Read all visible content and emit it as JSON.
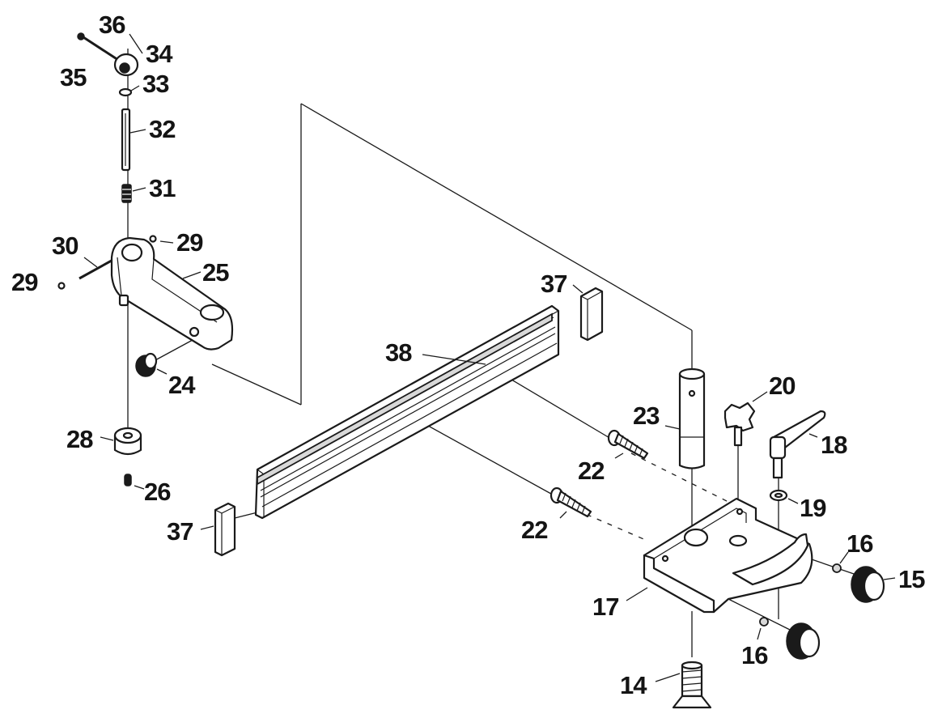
{
  "diagram": {
    "parts": [
      {
        "id": "p36",
        "label": "36"
      },
      {
        "id": "p35",
        "label": "35"
      },
      {
        "id": "p34",
        "label": "34"
      },
      {
        "id": "p33",
        "label": "33"
      },
      {
        "id": "p32",
        "label": "32"
      },
      {
        "id": "p31",
        "label": "31"
      },
      {
        "id": "p30",
        "label": "30"
      },
      {
        "id": "p29a",
        "label": "29"
      },
      {
        "id": "p29b",
        "label": "29"
      },
      {
        "id": "p25",
        "label": "25"
      },
      {
        "id": "p24",
        "label": "24"
      },
      {
        "id": "p28",
        "label": "28"
      },
      {
        "id": "p26",
        "label": "26"
      },
      {
        "id": "p37a",
        "label": "37"
      },
      {
        "id": "p37b",
        "label": "37"
      },
      {
        "id": "p38",
        "label": "38"
      },
      {
        "id": "p23",
        "label": "23"
      },
      {
        "id": "p20",
        "label": "20"
      },
      {
        "id": "p18",
        "label": "18"
      },
      {
        "id": "p22a",
        "label": "22"
      },
      {
        "id": "p22b",
        "label": "22"
      },
      {
        "id": "p19",
        "label": "19"
      },
      {
        "id": "p16a",
        "label": "16"
      },
      {
        "id": "p16b",
        "label": "16"
      },
      {
        "id": "p15",
        "label": "15"
      },
      {
        "id": "p17",
        "label": "17"
      },
      {
        "id": "p14",
        "label": "14"
      }
    ]
  }
}
